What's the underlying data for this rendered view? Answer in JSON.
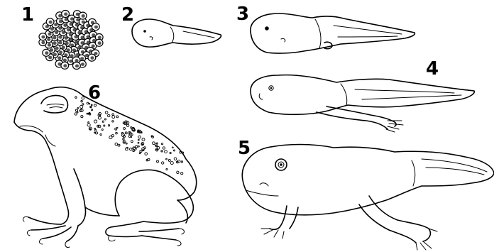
{
  "stages": [
    {
      "number": "1",
      "icon": "frog-eggs-icon"
    },
    {
      "number": "2",
      "icon": "hatchling-tadpole-icon"
    },
    {
      "number": "3",
      "icon": "tadpole-icon"
    },
    {
      "number": "4",
      "icon": "tadpole-hind-legs-icon"
    },
    {
      "number": "5",
      "icon": "froglet-icon"
    },
    {
      "number": "6",
      "icon": "adult-frog-icon"
    }
  ],
  "colors": {
    "ink": "#000000",
    "background": "#ffffff"
  }
}
